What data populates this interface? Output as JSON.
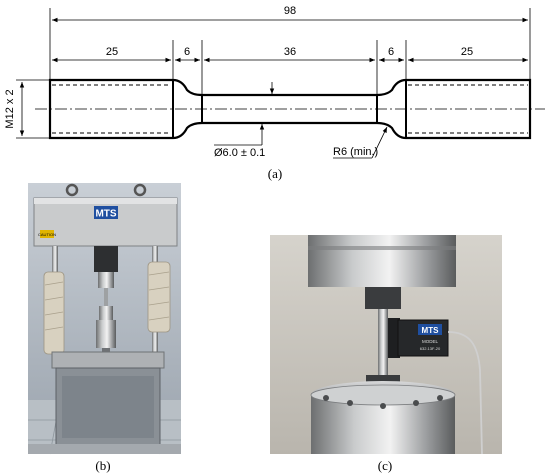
{
  "drawing": {
    "overall_length": "98",
    "grip_left": "25",
    "transition_left": "6",
    "gauge_length": "36",
    "transition_right": "6",
    "grip_right": "25",
    "thread": "M12 x 2",
    "gauge_diameter": "Ø6.0 ± 0.1",
    "fillet_radius": "R6 (min.)"
  },
  "captions": {
    "a": "(a)",
    "b": "(b)",
    "c": "(c)"
  },
  "photos": {
    "machine_brand": "MTS",
    "extensometer_brand": "MTS",
    "extensometer_model_label": "MODEL",
    "extensometer_model": "632.13F-20",
    "warning_label": "CAUTION"
  }
}
